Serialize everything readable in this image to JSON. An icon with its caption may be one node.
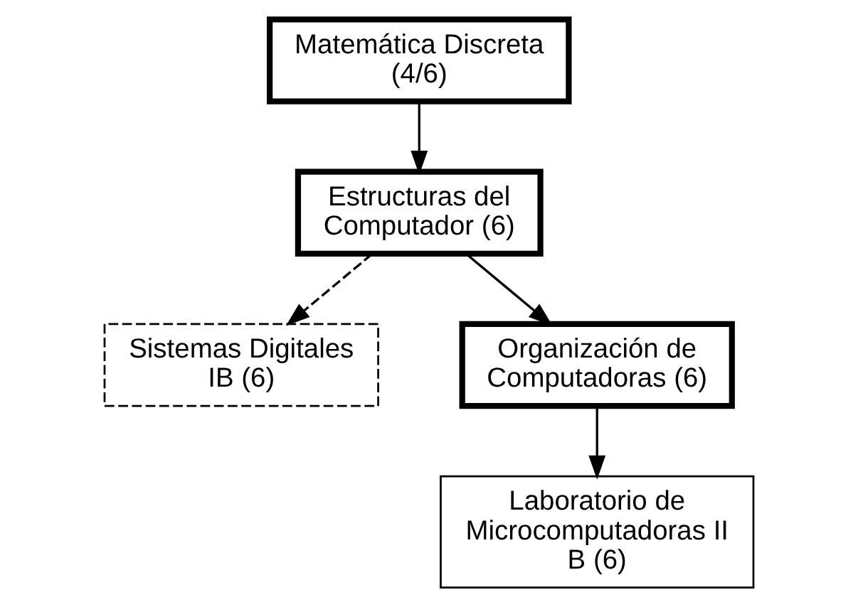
{
  "diagram": {
    "nodes": [
      {
        "text": [
          "Matemática Discreta (4/6)"
        ]
      },
      {
        "text": [
          "Estructuras del Computador (6)"
        ]
      },
      {
        "text": [
          "Sistemas Digitales IB (6)"
        ]
      },
      {
        "text": [
          "Organización de Computadoras (6)"
        ]
      },
      {
        "text": [
          "Laboratorio de Microcomputadoras II B (6)"
        ]
      }
    ],
    "edges": [
      {
        "from": 0,
        "to": 1,
        "arrow": "to"
      },
      {
        "from": 1,
        "to": 2,
        "arrow": "to",
        "style": "dashed"
      },
      {
        "from": 1,
        "to": 3,
        "arrow": "to"
      },
      {
        "from": 3,
        "to": 4,
        "arrow": "to"
      }
    ]
  }
}
